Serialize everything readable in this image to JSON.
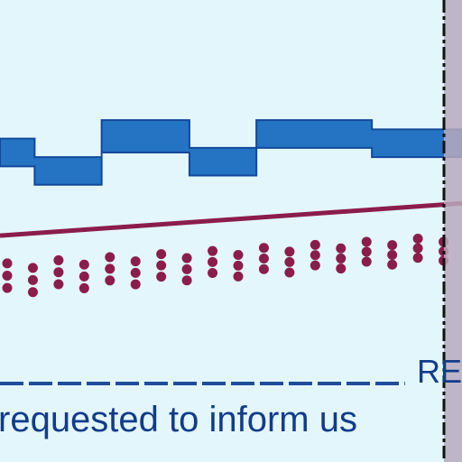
{
  "colors": {
    "background": "#e3f6fb",
    "blue_band": "#2474c3",
    "blue_outline": "#12479a",
    "maroon": "#8a1d4c",
    "dots": "#8a1d4c",
    "dashed_line": "#1e4e9a",
    "text_navy": "#123c8a",
    "divider": "#111111",
    "shaded_region": "#b9a9be"
  },
  "chart_data": {
    "type": "line",
    "cropped": true,
    "title": "",
    "xlabel": "",
    "ylabel": "",
    "ylim": [
      0,
      1
    ],
    "x": [
      0,
      1,
      2,
      3,
      4,
      5,
      6,
      7,
      8,
      9,
      10,
      11,
      12,
      13,
      14,
      15,
      16,
      17,
      18,
      19,
      20
    ],
    "series": [
      {
        "style": "band",
        "color_key": "blue_band",
        "x": [
          0,
          1.5,
          1.5,
          4.4,
          4.4,
          8.2,
          8.2,
          11.1,
          11.1,
          16.1,
          16.1,
          20
        ],
        "upper": [
          0.7,
          0.7,
          0.66,
          0.66,
          0.74,
          0.74,
          0.68,
          0.68,
          0.74,
          0.74,
          0.72,
          0.72
        ],
        "lower": [
          0.64,
          0.64,
          0.6,
          0.6,
          0.67,
          0.67,
          0.62,
          0.62,
          0.68,
          0.68,
          0.66,
          0.66
        ]
      },
      {
        "style": "line",
        "color_key": "maroon",
        "x": [
          0,
          20
        ],
        "y": [
          0.49,
          0.56
        ]
      },
      {
        "style": "dots",
        "color_key": "dots",
        "x": [
          0,
          20
        ],
        "upper": [
          0.43,
          0.49
        ],
        "lower": [
          0.35,
          0.43
        ]
      },
      {
        "style": "dashed",
        "color_key": "dashed_line",
        "x": [
          0,
          18
        ],
        "y": [
          0.17,
          0.17
        ]
      }
    ]
  },
  "labels": {
    "legend_label_fragment": "RE",
    "caption_text": "requested to inform us"
  }
}
